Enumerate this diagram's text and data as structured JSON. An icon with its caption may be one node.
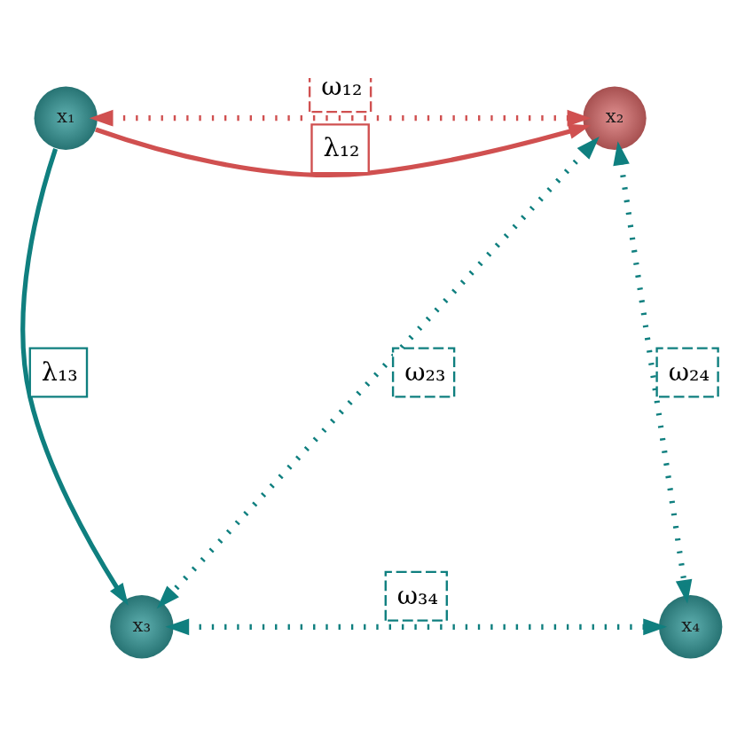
{
  "diagram": {
    "nodes": [
      {
        "text": [
          "x₁"
        ]
      },
      {
        "text": [
          "x₂"
        ]
      },
      {
        "text": [
          "x₃"
        ]
      },
      {
        "text": [
          "x₄"
        ]
      }
    ],
    "edges": [
      {
        "from": 0,
        "to": 1,
        "arrow": "to",
        "label": "λ₁₂",
        "color": "#d05050"
      },
      {
        "from": 0,
        "to": 1,
        "arrow": "both",
        "label": "ω₁₂",
        "style": "dashed",
        "color": "#d05050"
      },
      {
        "from": 0,
        "to": 2,
        "arrow": "to",
        "label": "λ₁₃"
      },
      {
        "from": 1,
        "to": 2,
        "arrow": "both",
        "label": "ω₂₃",
        "style": "dashed"
      },
      {
        "from": 1,
        "to": 3,
        "arrow": "both",
        "label": "ω₂₄",
        "style": "dashed"
      },
      {
        "from": 2,
        "to": 3,
        "arrow": "both",
        "label": "ω₃₄",
        "style": "dashed"
      }
    ]
  }
}
